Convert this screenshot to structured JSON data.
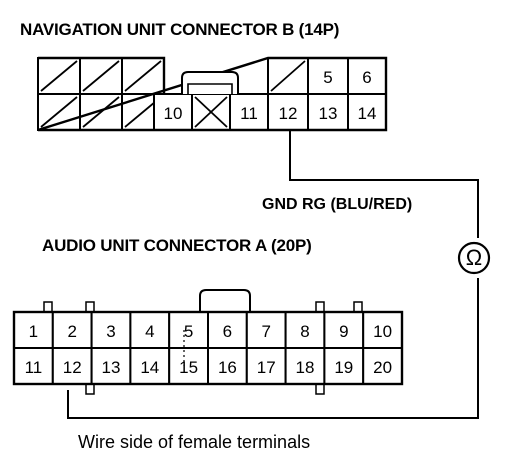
{
  "connector_b": {
    "title": "NAVIGATION UNIT CONNECTOR B (14P)",
    "top_row": [
      {
        "label": "",
        "state": "hatched"
      },
      {
        "label": "",
        "state": "hatched"
      },
      {
        "label": "",
        "state": "hatched"
      },
      {
        "label": "",
        "state": "gap"
      },
      {
        "label": "",
        "state": "gap"
      },
      {
        "label": "",
        "state": "hatched"
      },
      {
        "label": "5",
        "state": "pin"
      },
      {
        "label": "6",
        "state": "pin"
      }
    ],
    "bottom_row": [
      {
        "label": "",
        "state": "hatched"
      },
      {
        "label": "",
        "state": "hatched"
      },
      {
        "label": "",
        "state": "hatched"
      },
      {
        "label": "10",
        "state": "pin"
      },
      {
        "label": "",
        "state": "crossed"
      },
      {
        "label": "11",
        "state": "pin"
      },
      {
        "label": "12",
        "state": "pin"
      },
      {
        "label": "13",
        "state": "pin"
      },
      {
        "label": "14",
        "state": "pin"
      }
    ]
  },
  "connector_a": {
    "title": "AUDIO UNIT CONNECTOR A (20P)",
    "top_row": [
      "1",
      "2",
      "3",
      "4",
      "5",
      "6",
      "7",
      "8",
      "9",
      "10"
    ],
    "bottom_row": [
      "11",
      "12",
      "13",
      "14",
      "15",
      "16",
      "17",
      "18",
      "19",
      "20"
    ]
  },
  "wire": {
    "label": "GND RG (BLU/RED)",
    "meter_symbol": "Ω"
  },
  "caption": "Wire side of female terminals"
}
